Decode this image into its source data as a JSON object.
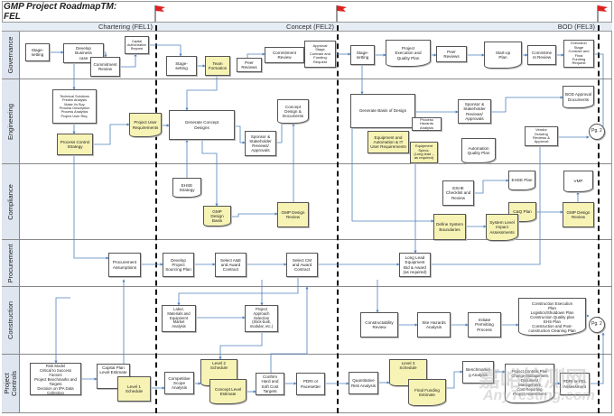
{
  "title": "GMP Project RoadmapTM:\nFEL",
  "phases": [
    "Chartering (FEL1)",
    "Concept (FEL2)",
    "BOD (FEL3)"
  ],
  "lanes": [
    "Governance",
    "Engineering",
    "Compliance",
    "Procurement",
    "Construction",
    "Project\nControls"
  ],
  "colors": {
    "highlight": "#f7f3b5",
    "lane_header": "#dfe6f0",
    "connector": "#4f81bd",
    "flag": "#d22"
  },
  "governance": {
    "g1": "Stage-\nsetting",
    "g2": "Develop\nBusiness\ncase",
    "g3": "Commitment\nReview",
    "g4": "Capital\nAuthorization\nRequest",
    "g5": "Stage-\nsetting",
    "g6": "Team\nFormation",
    "g7": "Peer\nReviews",
    "g8": "Commitment\nReview",
    "g9": "Approval\nStage\nContract and\nFunding\nRequest",
    "g10": "Stage-\nsetting",
    "g11": "Project\nExecution and\nQuality Plan",
    "g12": "Peer\nReviews",
    "g13": "Start-up\nPlan",
    "g14": "Commitme\nnt Review",
    "g15": "Execution\nStage\nContract and\nFinal\nFunding\nRequest"
  },
  "engineering": {
    "e1": "Technical Solutions\nPredim Analysis\nMake Vs Buy\nProcess Description\nProcess Analytics\nProject User Req.",
    "e2": "Process Control\nStrategy",
    "e3": "Project User\nRequirements",
    "e4": "Generate Concept\nDesigns",
    "e5": "Sponsor &\nStakeholder\nReviews/\nApprovals",
    "e6": "Concept\nDesign &\nDocuments",
    "e7": "Generate Basis of Design",
    "e8": "Process\nHazards\nAnalysis",
    "e9": "Sponsor &\nStakeholder\nReviews/\nApprovals",
    "e10": "BOD Approval\nDocuments",
    "e11": "Equipment and\nAutomation & IT\nUser Requirements",
    "e12": "Equipment\nSpecs.\n(Long lead –\nas required)",
    "e13": "Automation\nQuality Plan",
    "e14": "Vendor\nDrawing\nReviews &\nApproval",
    "e15": "Pg. 2"
  },
  "compliance": {
    "c1": "EHSE\nStrategy",
    "c2": "GMP\nDesign\nBasis",
    "c3": "GMP Design\nReview",
    "c4": "ESHE\nChecklist and\nReview",
    "c5": "EHSE Plan",
    "c6": "VMP",
    "c7": "C&Q Plan",
    "c8": "System Level\nImpact\nAssessments",
    "c9": "Define System\nBoundaries",
    "c10": "GMP Design\nReview"
  },
  "procurement": {
    "p1": "Procurement\nAssumptions",
    "p2": "Develop\nProject\nSourcing Plan",
    "p3": "Select A&E\nand Award\nContract",
    "p4": "Select CM\nand Award\nContract",
    "p5": "Long Lead\nEquipment\nBid & Award\n(as required)"
  },
  "construction": {
    "k1": "Labor,\nMaterials and\nEquipment\nMarket\nAnalysis",
    "k2": "Project\nApproach\nSelection\n(Stick-built,\nmodular, etc.)",
    "k3": "Constructability\nReview",
    "k4": "Site Hazards\nAnalysis",
    "k5": "Initiate\nPermitting\nProcess",
    "k6": "Construction Execution\nPlan\nLogistics/Shutdown Plan\nConstruction Quality plan\nEHS Plan\nConstruction and Post-\nconstruction Cleaning Plan",
    "k7": "Pg. 2"
  },
  "controls": {
    "r1": "Risk Model\nCritical to Success\nFactors\nProject Benchmarks and\nTargets\nDecision on IPA Data\nCollection",
    "r2": "Capital Plan\nLevel Estimate",
    "r3": "Level 1\nSchedule",
    "r4": "Competitive\nScope\nAnalysis",
    "r5": "Level 2\nSchedule",
    "r6": "Concept Level\nEstimate",
    "r7": "Confirm\nHard and\nSoft Cost\nTargets",
    "r8": "PDRI or\nPacesetter",
    "r9": "Quantitative\nRisk Analysis",
    "r10": "Level 3\nSchedule",
    "r11": "Final Funding\nEstimate",
    "r12": "Benchmarkin\ng Analysis",
    "r13": "Project Controls Plan\nChange Management\nDocument\nManagement\nCost Reporting\nProject Assessment",
    "r14": "PDRI or FEL\nAssessment"
  },
  "watermark": {
    "cn": "嘉峪检测网",
    "en": "AnyTesting.com"
  }
}
